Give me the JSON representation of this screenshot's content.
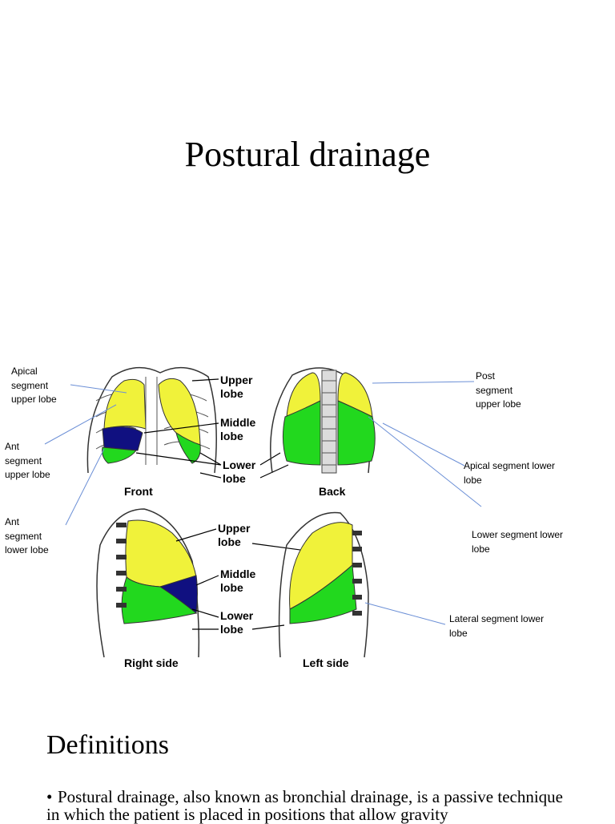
{
  "slide": {
    "title": "Postural drainage"
  },
  "figure": {
    "labels": {
      "upper_lobe_1": "Upper",
      "upper_lobe_2": "lobe",
      "middle_lobe_1": "Middle",
      "middle_lobe_2": "lobe",
      "lower_lobe_1": "Lower",
      "lower_lobe_2": "lobe",
      "front": "Front",
      "back": "Back",
      "right_side": "Right side",
      "left_side": "Left side"
    },
    "colors": {
      "upper": "#f0f23a",
      "lower": "#22d81e",
      "middle": "#101080",
      "outline": "#333333"
    }
  },
  "callouts": {
    "apical_upper": [
      "Apical",
      "segment",
      "upper lobe"
    ],
    "ant_upper": [
      "Ant",
      "segment",
      "upper lobe"
    ],
    "ant_lower": [
      "Ant",
      "segment",
      "lower lobe"
    ],
    "post_upper": [
      "Post",
      "segment",
      "upper lobe"
    ],
    "apical_lower": [
      "Apical segment lower",
      "lobe"
    ],
    "lower_lower": [
      "Lower segment lower",
      "lobe"
    ],
    "lateral_lower": [
      "Lateral segment lower",
      "lobe"
    ]
  },
  "definitions": {
    "heading": "Definitions",
    "bullet_char": "•",
    "bullet_1": "Postural drainage, also known as bronchial drainage, is a passive technique in which the patient is placed in positions that allow gravity"
  }
}
